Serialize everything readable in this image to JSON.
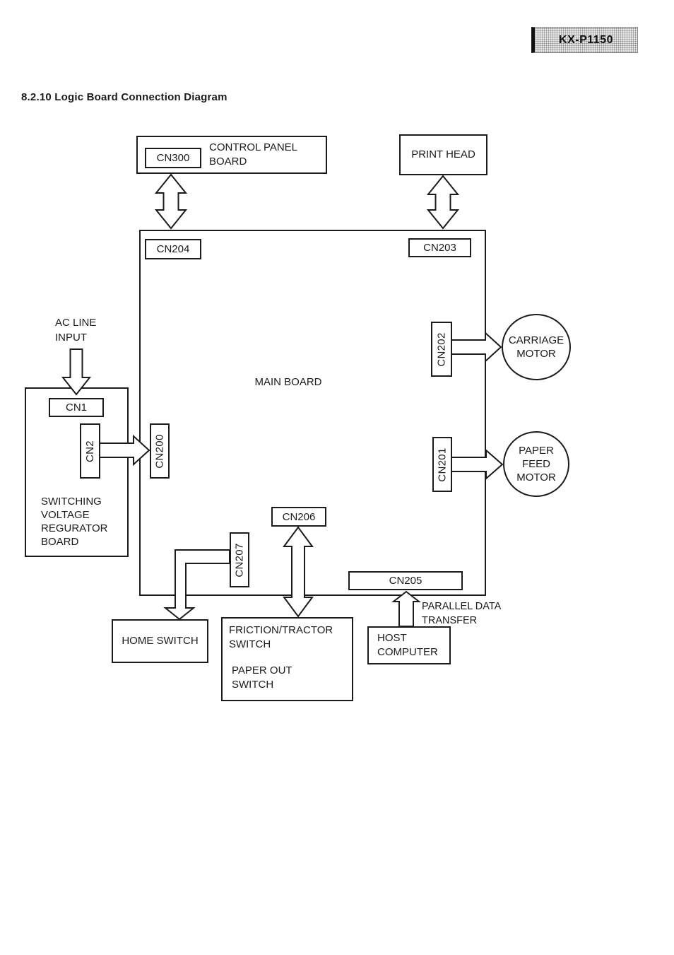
{
  "page": {
    "model_badge": "KX-P1150",
    "title": "8.2.10 Logic Board Connection Diagram"
  },
  "boards": {
    "main_board": "MAIN BOARD",
    "control_panel_board": "CONTROL PANEL\nBOARD",
    "print_head": "PRINT HEAD",
    "switching_regulator_board": "SWITCHING\nVOLTAGE\nREGURATOR\nBOARD"
  },
  "connectors": {
    "cn300": "CN300",
    "cn204": "CN204",
    "cn203": "CN203",
    "cn202": "CN202",
    "cn201": "CN201",
    "cn200": "CN200",
    "cn1": "CN1",
    "cn2": "CN2",
    "cn205": "CN205",
    "cn206": "CN206",
    "cn207": "CN207"
  },
  "devices": {
    "carriage_motor": "CARRIAGE\nMOTOR",
    "paper_feed_motor": "PAPER\nFEED\nMOTOR",
    "home_switch": "HOME SWITCH",
    "friction_tractor_switch": "FRICTION/TRACTOR\nSWITCH",
    "paper_out_switch": "PAPER OUT\nSWITCH",
    "host_computer": "HOST\nCOMPUTER"
  },
  "annotations": {
    "ac_line_input": "AC LINE\nINPUT",
    "parallel_data_transfer": "PARALLEL DATA\nTRANSFER"
  }
}
